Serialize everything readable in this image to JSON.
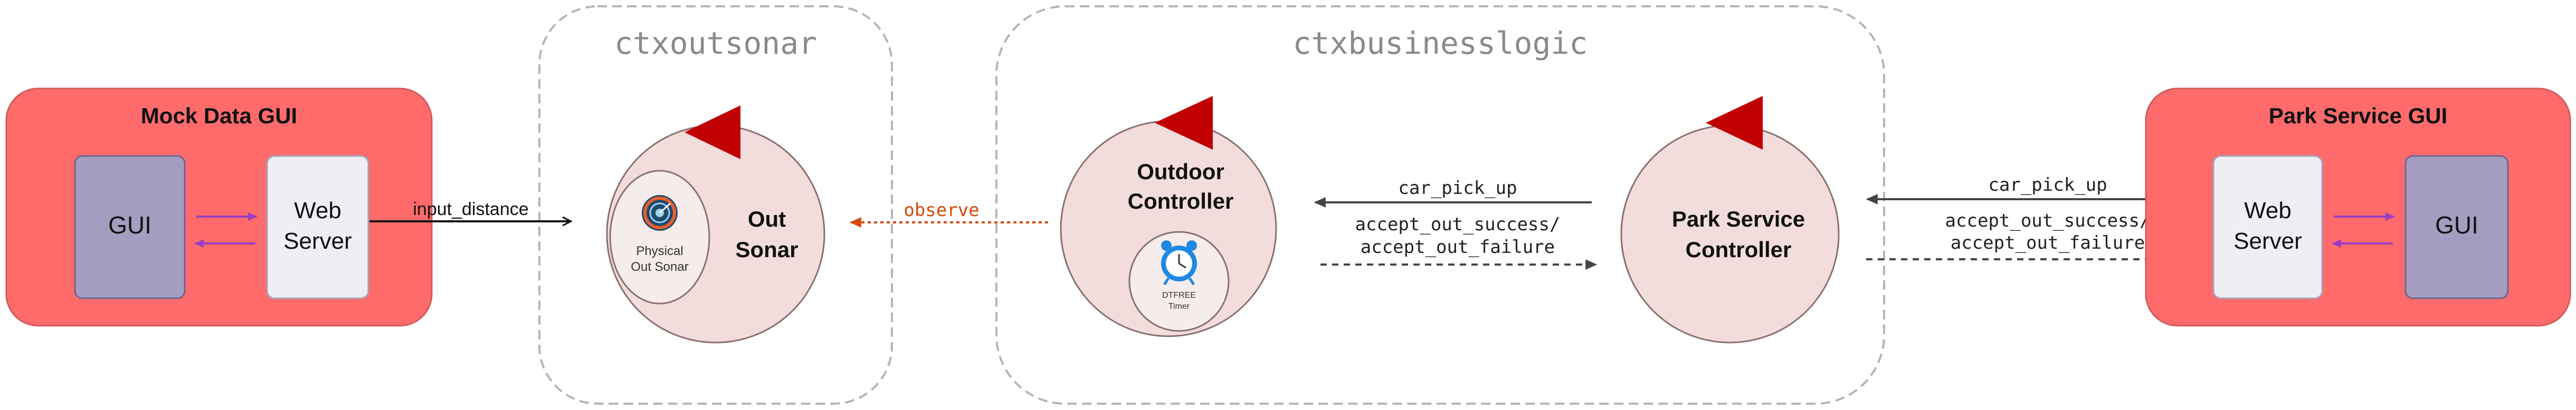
{
  "contexts": {
    "outsonar": {
      "label": "ctxoutsonar"
    },
    "businesslogic": {
      "label": "ctxbusinesslogic"
    }
  },
  "mock_data_gui": {
    "title": "Mock Data GUI",
    "gui_label": "GUI",
    "web_server_label": [
      "Web",
      "Server"
    ]
  },
  "park_service_gui": {
    "title": "Park Service GUI",
    "gui_label": "GUI",
    "web_server_label": [
      "Web",
      "Server"
    ]
  },
  "out_sonar": {
    "label": [
      "Out",
      "Sonar"
    ],
    "physical_label": [
      "Physical",
      "Out Sonar"
    ]
  },
  "outdoor_controller": {
    "label": [
      "Outdoor",
      "Controller"
    ],
    "timer_label": [
      "DTFREE",
      "Timer"
    ]
  },
  "park_service_controller": {
    "label": [
      "Park Service",
      "Controller"
    ]
  },
  "edges": {
    "input_distance": "input_distance",
    "observe": "observe",
    "car_pick_up_left": "car_pick_up",
    "accept_left": [
      "accept_out_success/",
      "accept_out_failure"
    ],
    "car_pick_up_right": "car_pick_up",
    "accept_right": [
      "accept_out_success/",
      "accept_out_failure"
    ]
  },
  "colors": {
    "gui_panel": "#ff6b6b",
    "gui_inner": "#a59dc0",
    "web_server": "#f0eef5",
    "actor": "#f2dcdc",
    "flag": "#c00000",
    "observe_arrow": "#d34a0a",
    "internal_arrow": "#9a3ec2",
    "context_border": "#b5b5b5"
  }
}
